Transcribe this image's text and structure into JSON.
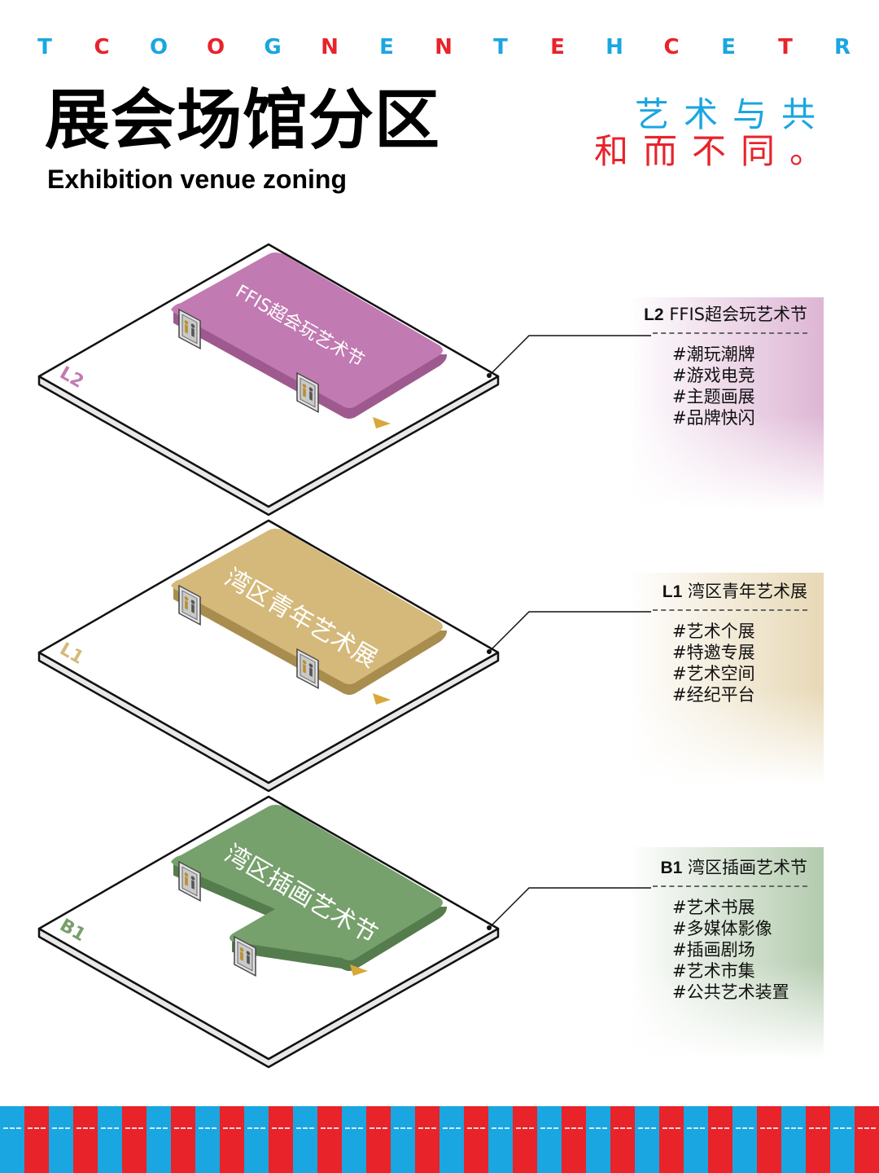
{
  "header": {
    "letters": [
      "T",
      "C",
      "O",
      "O",
      "G",
      "N",
      "E",
      "N",
      "T",
      "E",
      "H",
      "C",
      "E",
      "T",
      "R"
    ],
    "letter_colors": [
      "#1aa6e0",
      "#e8232a"
    ],
    "title_cn": "展会场馆分区",
    "title_en": "Exhibition venue zoning",
    "slogan_line1": "艺术与共",
    "slogan_line2": "和而不同。",
    "slogan_color1": "#1aa6e0",
    "slogan_color2": "#e8232a"
  },
  "floors": [
    {
      "code": "L2",
      "zone_name": "FFIS超会玩艺术节",
      "heading_name": "FFIS超会玩艺术节",
      "color": "#c27ab2",
      "side_color": "#9e5a8f",
      "shape": "rect",
      "tags": [
        "#潮玩潮牌",
        "#游戏电竞",
        "#主题画展",
        "#品牌快闪"
      ]
    },
    {
      "code": "L1",
      "zone_name": "湾区青年艺术展",
      "heading_name": "湾区青年艺术展",
      "color": "#d4b97a",
      "side_color": "#a88d4e",
      "shape": "rect",
      "tags": [
        "#艺术个展",
        "#特邀专展",
        "#艺术空间",
        "#经纪平台"
      ]
    },
    {
      "code": "B1",
      "zone_name": "湾区插画艺术节",
      "heading_name": "湾区插画艺术节",
      "color": "#76a06c",
      "side_color": "#557c4d",
      "shape": "L",
      "tags": [
        "#艺术书展",
        "#多媒体影像",
        "#插画剧场",
        "#艺术市集",
        "#公共艺术装置"
      ]
    }
  ],
  "icons": {
    "restroom": "restroom-icon",
    "entrance": "entrance-arrow-icon"
  },
  "stripe_colors": [
    "#1aa6e0",
    "#e8232a"
  ]
}
